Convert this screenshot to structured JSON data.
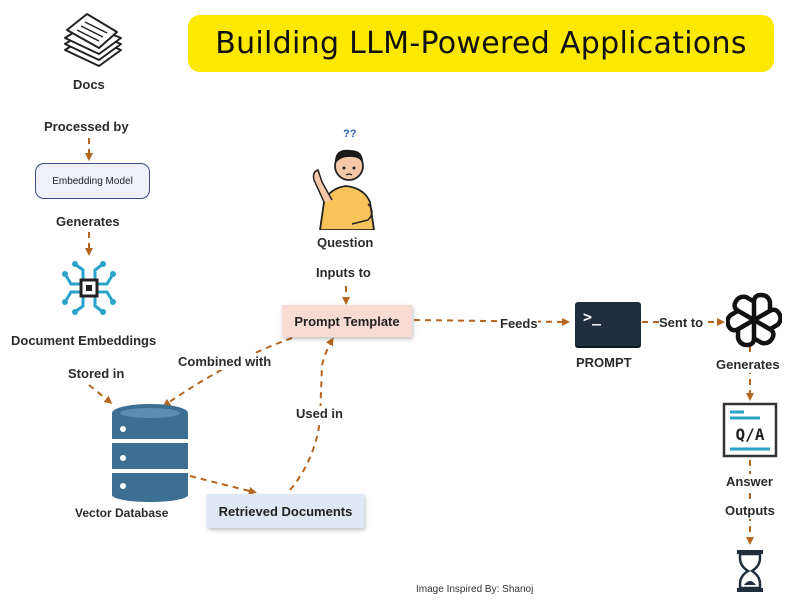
{
  "title": "Building LLM-Powered Applications",
  "nodes": {
    "docs": "Docs",
    "embedding_model": "Embedding Model",
    "document_embeddings": "Document Embeddings",
    "vector_database": "Vector Database",
    "question": "Question",
    "question_marks": "??",
    "prompt_template": "Prompt Template",
    "retrieved_documents": "Retrieved Documents",
    "prompt": "PROMPT",
    "terminal_prompt": ">_",
    "qa_card": "Q/A"
  },
  "edges": {
    "processed_by": "Processed by",
    "generates_embeddings": "Generates",
    "stored_in": "Stored in",
    "combined_with": "Combined with",
    "inputs_to": "Inputs to",
    "used_in": "Used in",
    "feeds": "Feeds",
    "sent_to": "Sent to",
    "generates_answer": "Generates",
    "answer": "Answer",
    "outputs": "Outputs"
  },
  "credit": "Image Inspired By: Shanoj",
  "icons": [
    "docs-stack-icon",
    "chip-icon",
    "database-icon",
    "person-icon",
    "terminal-icon",
    "openai-logo-icon",
    "qa-icon",
    "hourglass-icon"
  ],
  "colors": {
    "arrow": "#b5651d",
    "banner": "#fde800",
    "database": "#3d6f92",
    "chip": "#2aa3c8",
    "terminal": "#1f2d3d",
    "prompt_template_bg": "#f8dbd2",
    "retrieved_bg": "#dfe9f5"
  }
}
